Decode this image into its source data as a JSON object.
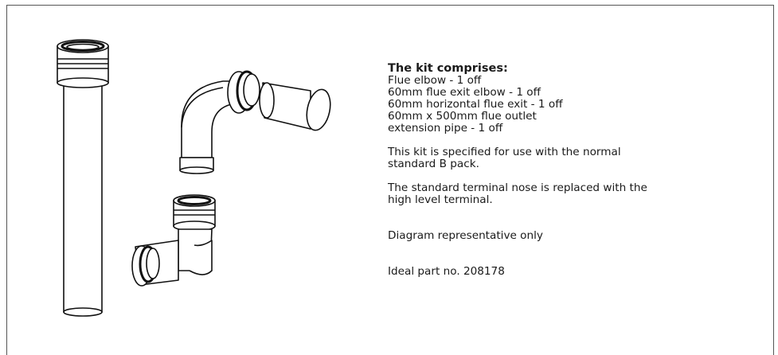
{
  "kit": {
    "heading": "The kit comprises:",
    "items": [
      "Flue elbow - 1 off",
      "60mm flue exit elbow - 1 off",
      "60mm horizontal flue exit - 1 off",
      "60mm x 500mm flue outlet",
      "extension pipe - 1 off"
    ]
  },
  "notes": {
    "spec_line1": "This kit is specified for use with the normal",
    "spec_line2": "standard B pack.",
    "terminal_line1": "The standard terminal nose is replaced with the",
    "terminal_line2": "high level terminal.",
    "diagram": "Diagram representative only",
    "part": "Ideal part no. 208178"
  }
}
